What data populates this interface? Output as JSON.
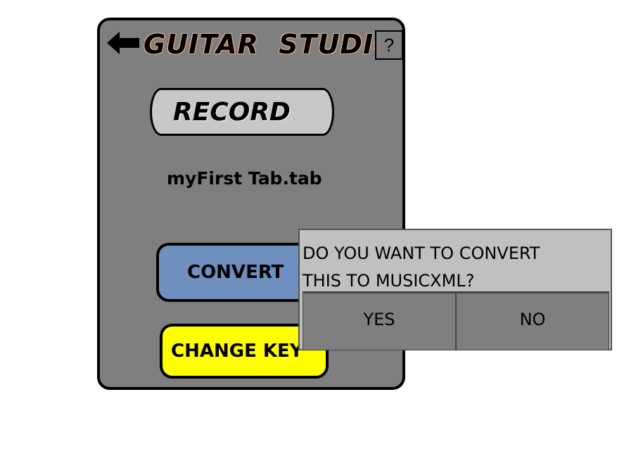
{
  "app": {
    "title": "GUITAR  STUDIO",
    "help_label": "?",
    "back_icon": "back-arrow-icon"
  },
  "main": {
    "record_label": "RECORD",
    "filename": "myFirst Tab.tab",
    "convert_label": "CONVERT",
    "change_key_label": "CHANGE KEY"
  },
  "dialog": {
    "message_line1": "DO YOU WANT TO CONVERT",
    "message_line2": "THIS TO MUSICXML?",
    "yes_label": "YES",
    "no_label": "NO"
  },
  "colors": {
    "phone_body": "#7f7f7f",
    "record_button": "#c8c8c8",
    "convert_button": "#6f8fbf",
    "change_key_button": "#ffff00",
    "dialog_background": "#c0c0c0"
  }
}
